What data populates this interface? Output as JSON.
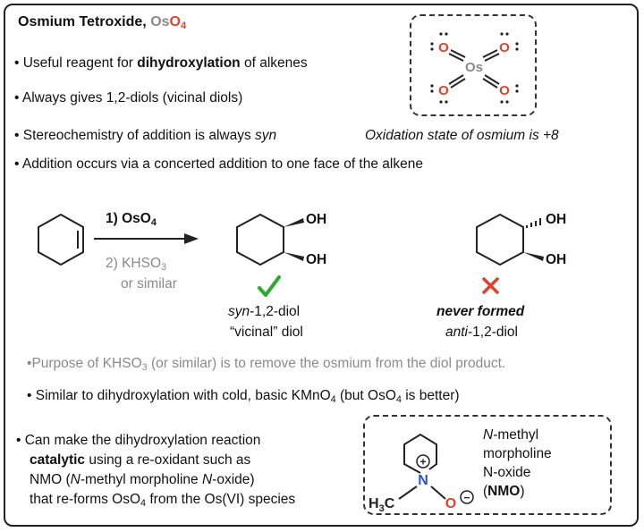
{
  "title": {
    "prefix": "Osmium Tetroxide, ",
    "formula_os": "Os",
    "formula_o": "O",
    "formula_sub": "4"
  },
  "bullets": {
    "b1_pre": "Useful reagent for ",
    "b1_bold": "dihydroxylation",
    "b1_post": " of alkenes",
    "b2": "Always gives 1,2-diols (vicinal diols)",
    "b3_pre": "Stereochemistry of addition is always ",
    "b3_it": "syn",
    "b4": "Addition occurs via a concerted addition to one face of the alkene",
    "b5_pre": "Purpose of KHSO",
    "b5_sub": "3",
    "b5_post": " (or similar) is to remove the osmium from the diol product.",
    "b6_pre": "Similar to dihydroxylation with cold, basic KMnO",
    "b6_sub": "4",
    "b6_mid": " (but OsO",
    "b6_sub2": "4",
    "b6_post": " is better)",
    "b7_l1": "Can make the dihydroxylation reaction",
    "b7_l2_bold": "catalytic",
    "b7_l2_post": " using a re-oxidant such as",
    "b7_l3_pre": "NMO (",
    "b7_l3_it1": "N",
    "b7_l3_mid": "-methyl morpholine ",
    "b7_l3_it2": "N",
    "b7_l3_post": "-oxide)",
    "b7_l4_pre": "that re-forms OsO",
    "b7_l4_sub": "4",
    "b7_l4_post": " from the Os(VI) species"
  },
  "oso4_box": {
    "center": "Os",
    "oxygen": "O",
    "caption": "Oxidation state of osmium is +8"
  },
  "reaction": {
    "step1_pre": "1) OsO",
    "step1_sub": "4",
    "step2_pre": "2) KHSO",
    "step2_sub": "3",
    "step2_line2": "or similar",
    "oh": "OH",
    "check": "✓",
    "cross": "✕",
    "syn_it": "syn",
    "syn_post": "-1,2-diol",
    "vicinal": "“vicinal” diol",
    "never": "never formed",
    "anti_it": "anti",
    "anti_post": "-1,2-diol"
  },
  "nmo_box": {
    "n": "N",
    "o": "O",
    "plus": "+",
    "minus": "−",
    "h3c": "H",
    "h3c_sub": "3",
    "h3c_c": "C",
    "l1_it": "N",
    "l1_post": "-methyl",
    "l2": "morpholine",
    "l3": "N-oxide",
    "l4_open": "(",
    "l4_bold": "NMO",
    "l4_close": ")"
  },
  "colors": {
    "red": "#e0412b",
    "grey": "#8a8a8a",
    "green": "#2faa2f",
    "blue": "#2456c8"
  }
}
